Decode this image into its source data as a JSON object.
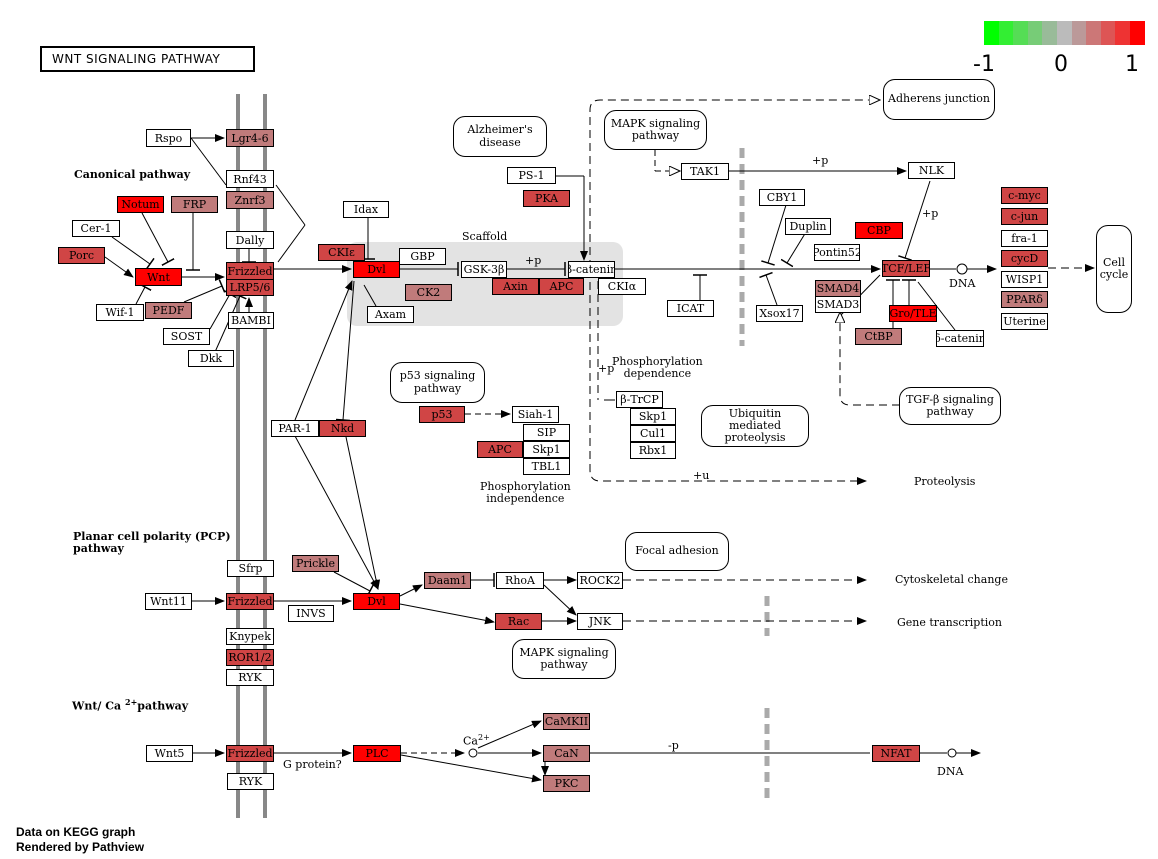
{
  "title": "WNT SIGNALING PATHWAY",
  "legend": {
    "colors": [
      "#00ff00",
      "#33ee33",
      "#55dd55",
      "#77cc77",
      "#99bb99",
      "#bbbbbb",
      "#bb9999",
      "#cc7777",
      "#dd5555",
      "#ee3333",
      "#ff0000"
    ],
    "ticks": [
      "-1",
      "0",
      "1"
    ]
  },
  "footer": [
    "Data on KEGG graph",
    "Rendered by Pathview"
  ],
  "colors": {
    "w": "#ffffff",
    "r": "#ff0000",
    "r2": "#e03030",
    "m": "#d04545",
    "p": "#c07b7b",
    "g": "#ccaaaa"
  },
  "sections": {
    "canonical": "Canonical pathway",
    "pcp": "Planar cell polarity (PCP)\npathway",
    "ca_prefix": "Wnt/ Ca",
    "ca_sup": "2+",
    "ca_suffix": "pathway"
  },
  "nodes": {
    "rspo": "Rspo",
    "lgr": "Lgr4-6",
    "rnf43": "Rnf43",
    "znrf3": "Znrf3",
    "notum": "Notum",
    "frp": "FRP",
    "cer1": "Cer-1",
    "dally": "Dally",
    "porc": "Porc",
    "wnt": "Wnt",
    "frizzled1": "Frizzled",
    "lrp": "LRP5/6",
    "wif1": "Wif-1",
    "pedf": "PEDF",
    "bambi": "BAMBI",
    "sost": "SOST",
    "dkk": "Dkk",
    "idax": "Idax",
    "ckie": "CKIε",
    "dvl1": "Dvl",
    "gbp": "GBP",
    "ck2": "CK2",
    "axam": "Axam",
    "ps1": "PS-1",
    "pka": "PKA",
    "gsk": "GSK-3β",
    "axin": "Axin",
    "apc1": "APC",
    "bcat": "β-catenin",
    "ckia": "CKIα",
    "tak1": "TAK1",
    "nlk": "NLK",
    "cby1": "CBY1",
    "duplin": "Duplin",
    "pontin": "Pontin52",
    "cbp": "CBP",
    "icat": "ICAT",
    "xsox": "Xsox17",
    "smad4": "SMAD4",
    "smad3": "SMAD3",
    "tcf": "TCF/LEF",
    "groucho": "Gro/TLE",
    "ctbp": "CtBP",
    "dcat": "δ-catenin",
    "cmyc": "c-myc",
    "cjun": "c-jun",
    "fra1": "fra-1",
    "cycd": "cycD",
    "wisp": "WISP1",
    "ppard": "PPARδ",
    "uterine": "Uterine",
    "par1": "PAR-1",
    "nkd": "Nkd",
    "p53": "p53",
    "siah": "Siah-1",
    "sip": "SIP",
    "apc2": "APC",
    "skp1a": "Skp1",
    "tbl1": "TBL1",
    "btrcp": "β-TrCP",
    "skp1b": "Skp1",
    "cul1": "Cul1",
    "rbx1": "Rbx1",
    "sfrp": "Sfrp",
    "wnt11": "Wnt11",
    "frizzled2": "Frizzled",
    "knypek": "Knypek",
    "ror": "ROR1/2",
    "ryk1": "RYK",
    "prickle": "Prickle",
    "invs": "INVS",
    "dvl2": "Dvl",
    "daam1": "Daam1",
    "rhoa": "RhoA",
    "rock2": "ROCK2",
    "rac": "Rac",
    "jnk": "JNK",
    "wnt5": "Wnt5",
    "frizzled3": "Frizzled",
    "ryk2": "RYK",
    "plc": "PLC",
    "camkii": "CaMKII",
    "can": "CaN",
    "pkc": "PKC",
    "nfat": "NFAT"
  },
  "rounded": {
    "adherens": "Adherens junction",
    "alzheimer": "Alzheimer's\ndisease",
    "mapk1": "MAPK signaling\npathway",
    "cellcycle": "Cell\ncycle",
    "p53path": "p53 signaling\npathway",
    "ubiq": "Ubiquitin mediated\nproteolysis",
    "tgfb": "TGF-β signaling\npathway",
    "focal": "Focal adhesion",
    "mapk2": "MAPK signaling\npathway"
  },
  "labels": {
    "scaffold": "Scaffold",
    "plusp1": "+p",
    "plusp2": "+p",
    "plusp3": "+p",
    "plusp4": "+p",
    "dna1": "DNA",
    "dna2": "DNA",
    "phosdep": "Phosphorylation\ndependence",
    "phosind": "Phosphorylation\nindependence",
    "plusu": "+u",
    "proteolysis": "Proteolysis",
    "cytochange": "Cytoskeletal change",
    "genetx": "Gene transcription",
    "gprotein": "G protein?",
    "ca": "Ca",
    "ca_sup": "2+",
    "minusp": "-p"
  }
}
